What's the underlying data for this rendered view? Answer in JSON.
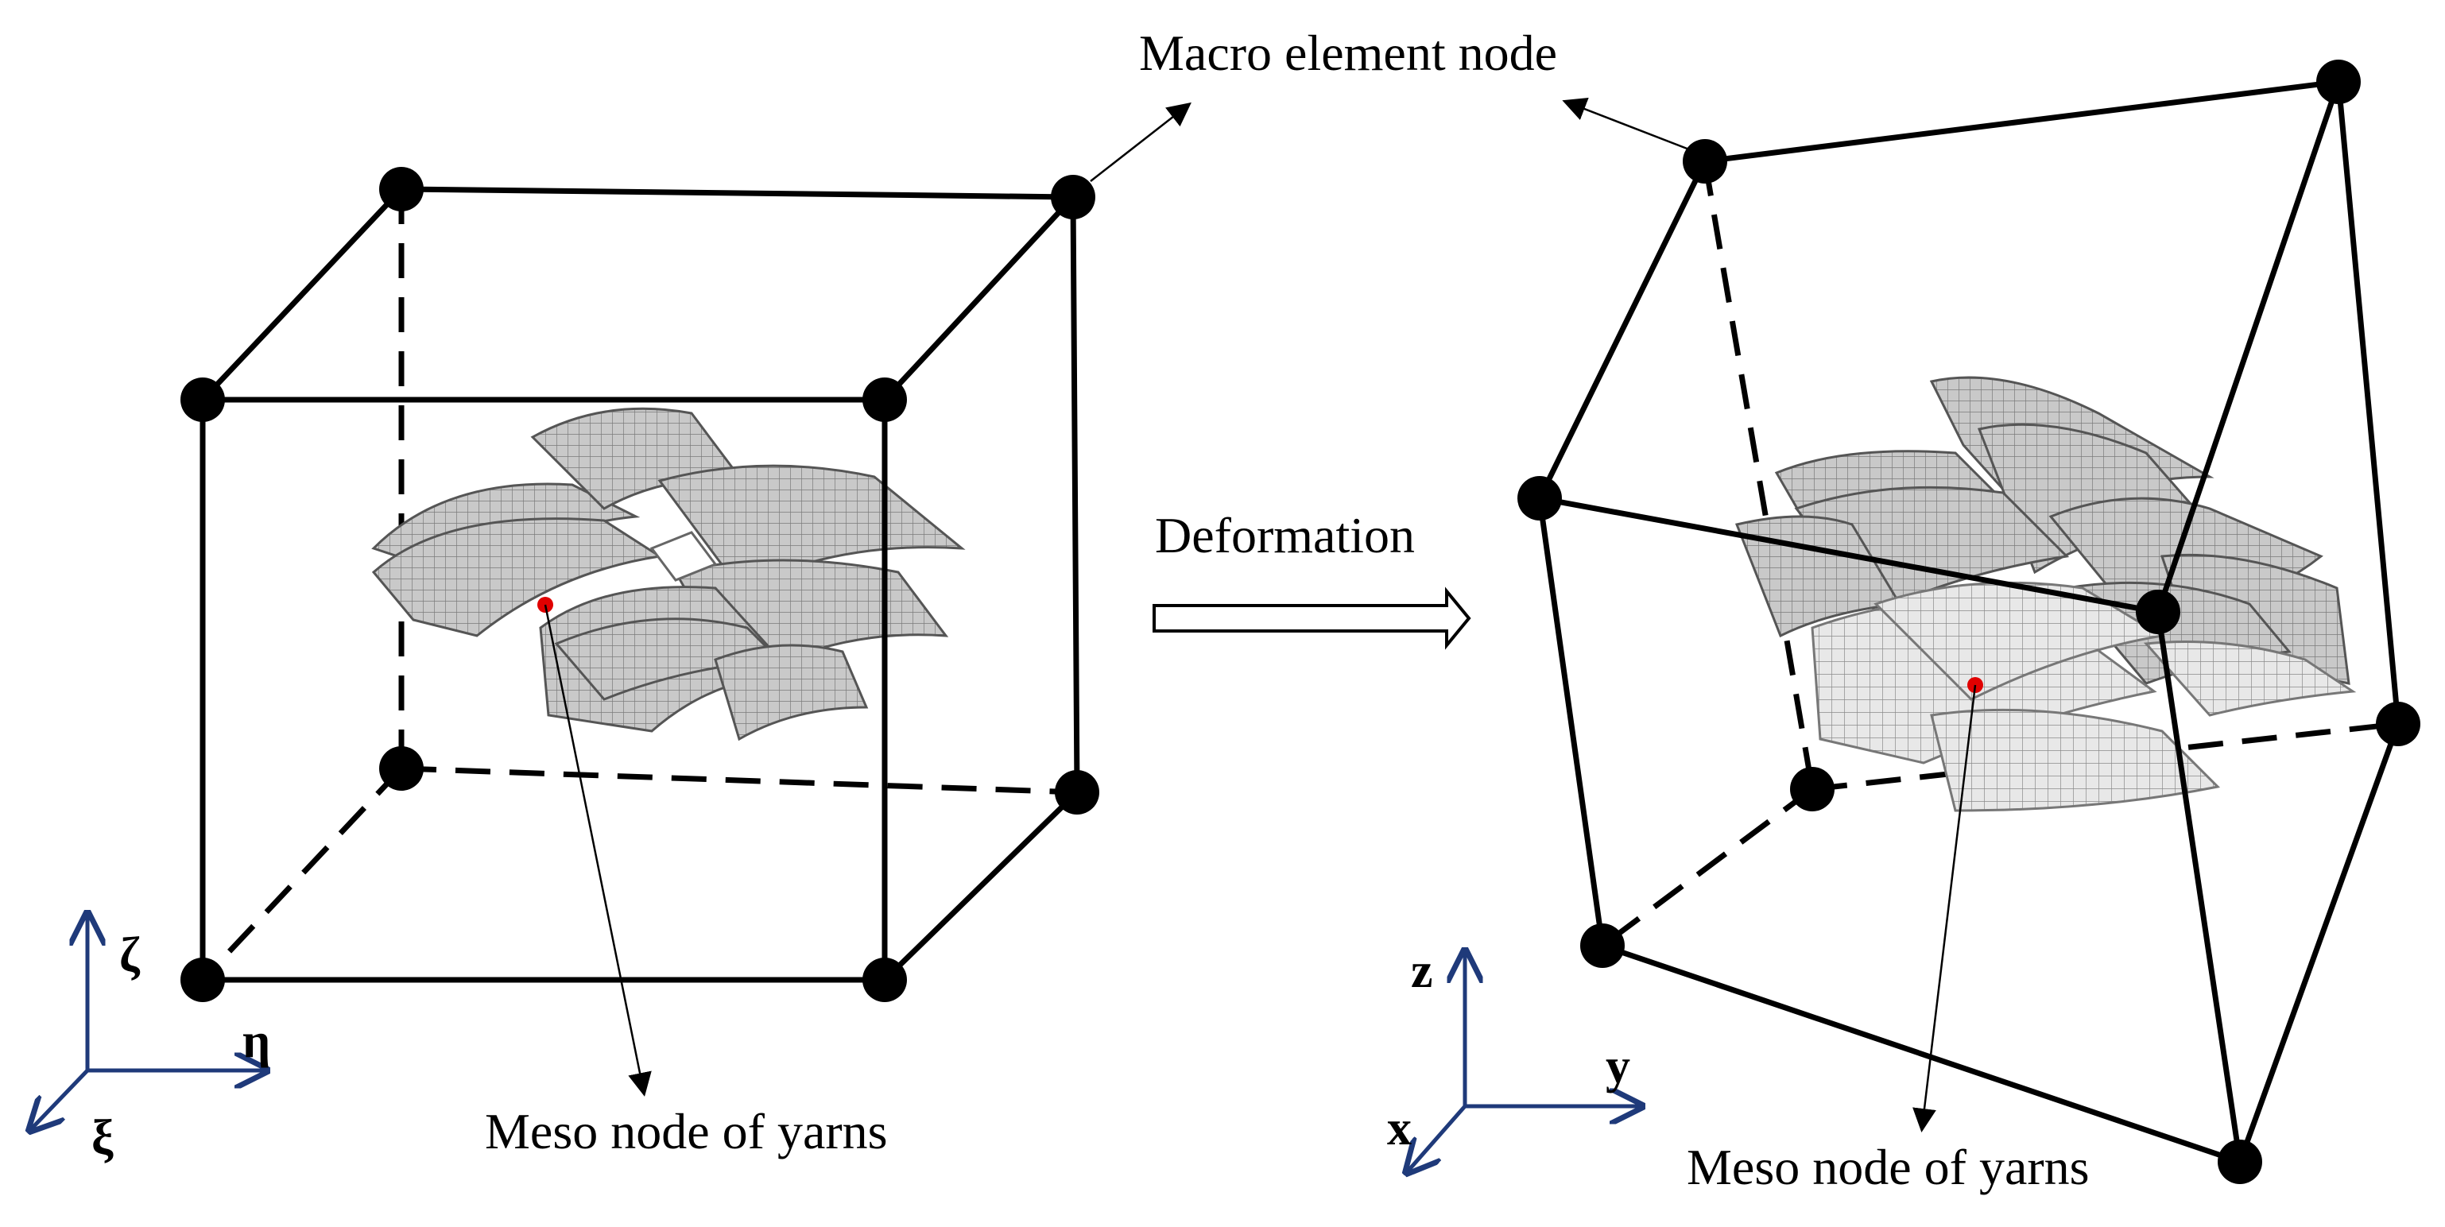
{
  "labels": {
    "macro_element_node": "Macro element node",
    "deformation": "Deformation",
    "meso_node_left": "Meso node of yarns",
    "meso_node_right": "Meso node of yarns"
  },
  "axes_left": {
    "up": "ζ",
    "right": "η",
    "diag": "ξ"
  },
  "axes_right": {
    "up": "z",
    "right": "y",
    "diag": "x"
  },
  "colors": {
    "node": "#000000",
    "meso_node": "#e00000",
    "axis": "#1f3a7a",
    "yarn_mesh": "#9a9a9a"
  }
}
